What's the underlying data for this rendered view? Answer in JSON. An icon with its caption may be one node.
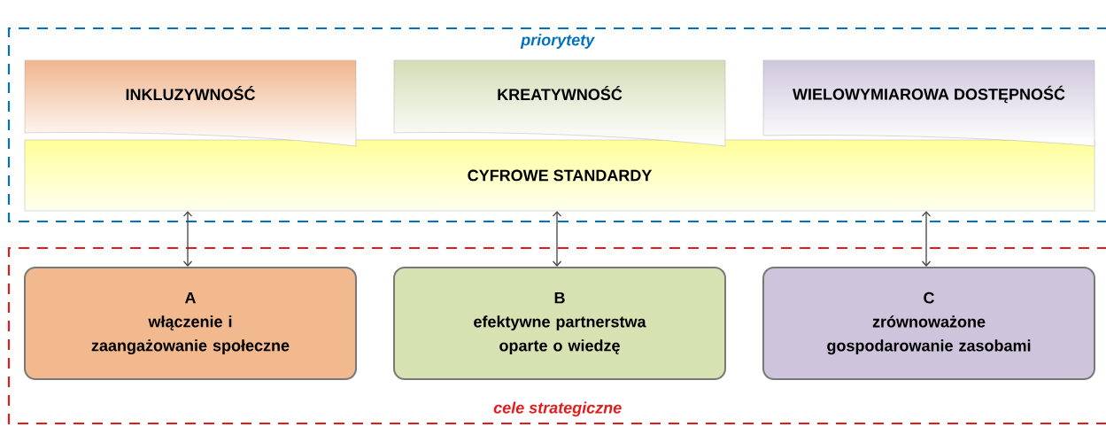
{
  "diagram": {
    "nodes": [
      {
        "text": [
          "priorytety"
        ]
      },
      {
        "text": [
          "INKLUZYWNOŚĆ"
        ],
        "in": 0
      },
      {
        "text": [
          "KREATYWNOŚĆ"
        ],
        "in": 0
      },
      {
        "text": [
          "WIELOWYMIAROWA DOSTĘPNOŚĆ"
        ],
        "in": 0
      },
      {
        "text": [
          "CYFROWE STANDARDY"
        ],
        "in": 0
      },
      {
        "text": [
          "cele strategiczne"
        ]
      },
      {
        "text": [
          "A",
          "włączenie i zaangażowanie społeczne"
        ],
        "in": 5
      },
      {
        "text": [
          "B",
          "efektywne partnerstwa oparte o wiedzę"
        ],
        "in": 5
      },
      {
        "text": [
          "C",
          "zrównoważone gospodarowanie zasobami"
        ],
        "in": 5
      }
    ],
    "edges": [
      {
        "from": 4,
        "to": 6,
        "arrow": "both"
      },
      {
        "from": 4,
        "to": 7,
        "arrow": "both"
      },
      {
        "from": 4,
        "to": 8,
        "arrow": "both"
      }
    ]
  }
}
